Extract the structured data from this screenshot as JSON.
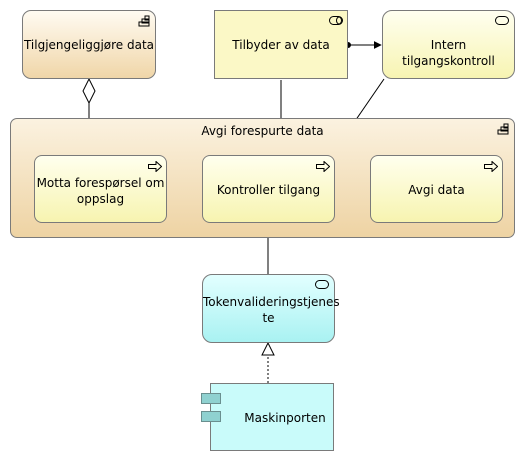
{
  "nodes": {
    "tilgjengeliggjore": "Tilgjengeliggjøre data",
    "tilbyder": "Tilbyder av data",
    "intern_tilgang": "Intern tilgangskontroll",
    "avgi_forespurte": "Avgi forespurte data",
    "motta_line1": "Motta forespørsel om",
    "motta_line2": "oppslag",
    "kontroller": "Kontroller tilgang",
    "avgi_data": "Avgi data",
    "token_line1": "Tokenvalideringstjenes",
    "token_line2": "te",
    "maskinporten": "Maskinporten"
  },
  "icons": {
    "business_function": "grid-staircase-icon",
    "business_interface": "capsule-icon",
    "service": "rounded-rect-icon",
    "process": "arrow-right-icon",
    "component": "component-icon"
  }
}
